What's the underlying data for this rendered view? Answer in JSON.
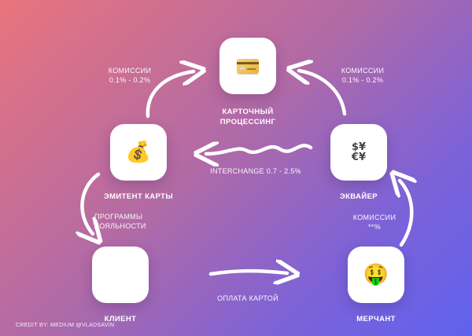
{
  "nodes": {
    "processing": {
      "label_line1": "КАРТОЧНЫЙ",
      "label_line2": "ПРОЦЕССИНГ",
      "icon": "credit-card-icon"
    },
    "issuer": {
      "label": "ЭМИТЕНТ КАРТЫ",
      "icon": "money-bag-icon",
      "emoji": "💰"
    },
    "acquirer": {
      "label": "ЭКВАЙЕР",
      "icon": "currency-exchange-icon",
      "glyph_top": "$¥",
      "glyph_bottom": "€¥"
    },
    "client": {
      "label": "КЛИЕНТ",
      "icon": "tongue-face-icon",
      "emoji": "😛"
    },
    "merchant": {
      "label": "МЕРЧАНТ",
      "icon": "money-mouth-face-icon",
      "emoji": "🤑"
    }
  },
  "edges": {
    "issuer_to_processing": {
      "line1": "КОМИССИИ",
      "line2": "0.1% - 0.2%"
    },
    "acquirer_to_processing": {
      "line1": "КОМИССИИ",
      "line2": "0.1% - 0.2%"
    },
    "acquirer_to_issuer": {
      "label": "INTERCHANGE 0.7 - 2.5%"
    },
    "issuer_to_client": {
      "line1": "ПРОГРАММЫ",
      "line2": "ЛОЯЛЬНОСТИ"
    },
    "merchant_to_acquirer": {
      "line1": "КОМИССИИ",
      "line2": "**%"
    },
    "client_to_merchant": {
      "label": "ОПЛАТА КАРТОЙ"
    }
  },
  "credit": "CREDIT BY: MEDIUM @VLADSAVIN",
  "colors": {
    "gradient_start": "#e9747d",
    "gradient_end": "#5f62ee",
    "tile": "#ffffff",
    "arrow": "#ffffff"
  }
}
